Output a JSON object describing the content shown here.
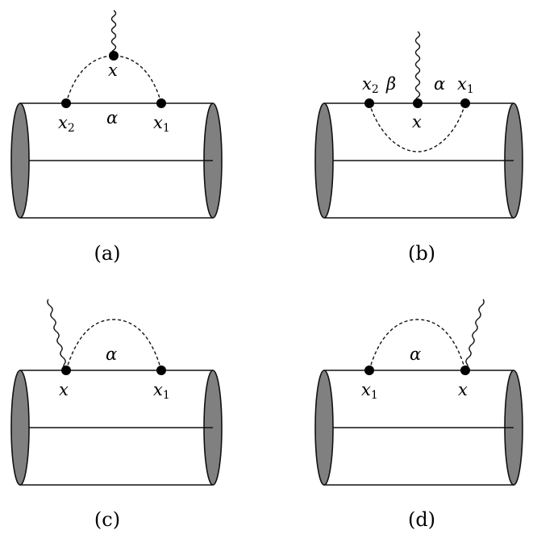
{
  "panels": [
    {
      "caption": "(a)",
      "labels": {
        "x2": "x",
        "x2_sub": "2",
        "alpha": "α",
        "x1": "x",
        "x1_sub": "1",
        "top": "x"
      }
    },
    {
      "caption": "(b)",
      "labels": {
        "x2": "x",
        "x2_sub": "2",
        "beta": "β",
        "alpha": "α",
        "x1": "x",
        "x1_sub": "1",
        "mid": "x"
      }
    },
    {
      "caption": "(c)",
      "labels": {
        "alpha": "α",
        "x": "x",
        "x1": "x",
        "x1_sub": "1"
      }
    },
    {
      "caption": "(d)",
      "labels": {
        "alpha": "α",
        "x1": "x",
        "x1_sub": "1",
        "x": "x"
      }
    }
  ],
  "colors": {
    "line": "#111111",
    "cap_fill": "#808080",
    "dot": "#000000"
  }
}
